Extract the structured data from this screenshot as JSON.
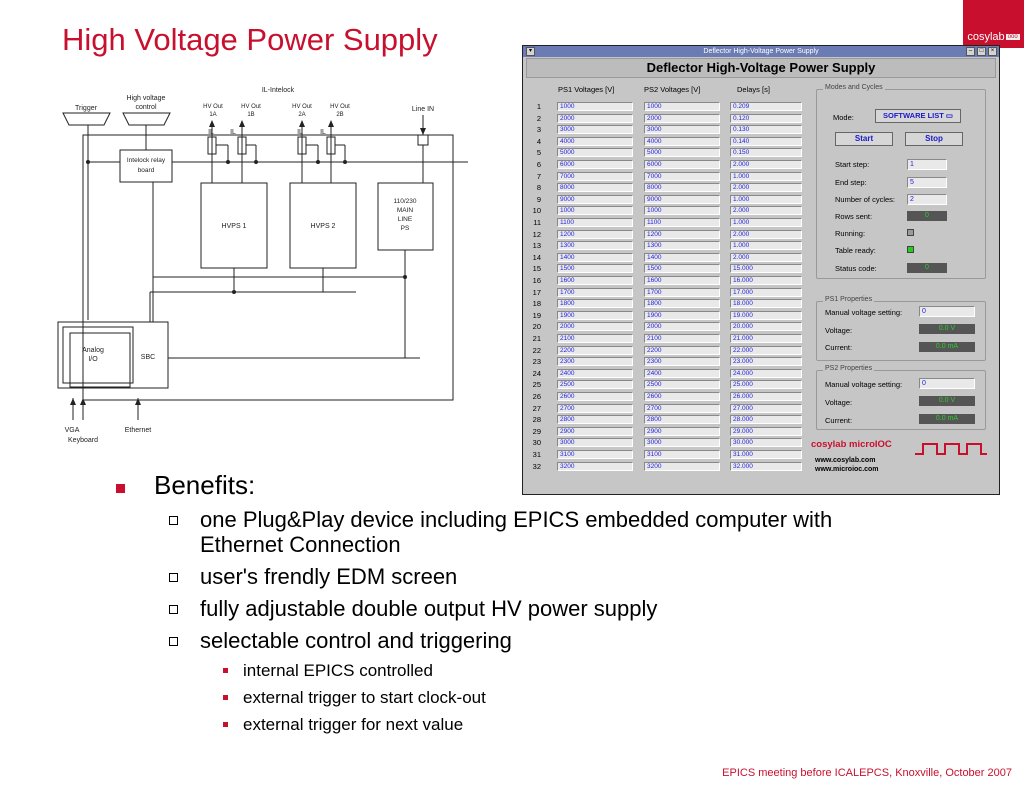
{
  "title": "High Voltage Power Supply",
  "logo": {
    "text": "cosylab",
    "badge": "ooo"
  },
  "diagram": {
    "il_intelock": "IL-Intelock",
    "trigger": "Trigger",
    "hv_control_1": "High voltage",
    "hv_control_2": "control",
    "hv_out_1a_1": "HV Out",
    "hv_out_1a_2": "1A",
    "hv_out_1b_1": "HV Out",
    "hv_out_1b_2": "1B",
    "hv_out_2a_1": "HV Out",
    "hv_out_2a_2": "2A",
    "hv_out_2b_1": "HV Out",
    "hv_out_2b_2": "2B",
    "il": "IL",
    "line_in": "Line IN",
    "relay_1": "Intelock relay",
    "relay_2": "board",
    "hvps1": "HVPS 1",
    "hvps2": "HVPS 2",
    "main_1": "110/230",
    "main_2": "MAIN",
    "main_3": "LINE",
    "main_4": "PS",
    "analog_1": "Analog",
    "analog_2": "I/O",
    "sbc": "SBC",
    "vga": "VGA",
    "keyboard": "Keyboard",
    "ethernet": "Ethernet"
  },
  "window": {
    "titlebar": "Deflector High-Voltage Power Supply",
    "heading": "Deflector High-Voltage Power Supply",
    "col1": "PS1 Voltages [V]",
    "col2": "PS2 Voltages [V]",
    "col3": "Delays [s]",
    "rows": [
      [
        "1",
        "1000",
        "1000",
        "0.209"
      ],
      [
        "2",
        "2000",
        "2000",
        "0.120"
      ],
      [
        "3",
        "3000",
        "3000",
        "0.130"
      ],
      [
        "4",
        "4000",
        "4000",
        "0.140"
      ],
      [
        "5",
        "5000",
        "5000",
        "0.150"
      ],
      [
        "6",
        "6000",
        "6000",
        "2.000"
      ],
      [
        "7",
        "7000",
        "7000",
        "1.000"
      ],
      [
        "8",
        "8000",
        "8000",
        "2.000"
      ],
      [
        "9",
        "9000",
        "9000",
        "1.000"
      ],
      [
        "10",
        "1000",
        "1000",
        "2.000"
      ],
      [
        "11",
        "1100",
        "1100",
        "1.000"
      ],
      [
        "12",
        "1200",
        "1200",
        "2.000"
      ],
      [
        "13",
        "1300",
        "1300",
        "1.000"
      ],
      [
        "14",
        "1400",
        "1400",
        "2.000"
      ],
      [
        "15",
        "1500",
        "1500",
        "15.000"
      ],
      [
        "16",
        "1600",
        "1600",
        "16.000"
      ],
      [
        "17",
        "1700",
        "1700",
        "17.000"
      ],
      [
        "18",
        "1800",
        "1800",
        "18.000"
      ],
      [
        "19",
        "1900",
        "1900",
        "19.000"
      ],
      [
        "20",
        "2000",
        "2000",
        "20.000"
      ],
      [
        "21",
        "2100",
        "2100",
        "21.000"
      ],
      [
        "22",
        "2200",
        "2200",
        "22.000"
      ],
      [
        "23",
        "2300",
        "2300",
        "23.000"
      ],
      [
        "24",
        "2400",
        "2400",
        "24.000"
      ],
      [
        "25",
        "2500",
        "2500",
        "25.000"
      ],
      [
        "26",
        "2600",
        "2600",
        "26.000"
      ],
      [
        "27",
        "2700",
        "2700",
        "27.000"
      ],
      [
        "28",
        "2800",
        "2800",
        "28.000"
      ],
      [
        "29",
        "2900",
        "2900",
        "29.000"
      ],
      [
        "30",
        "3000",
        "3000",
        "30.000"
      ],
      [
        "31",
        "3100",
        "3100",
        "31.000"
      ],
      [
        "32",
        "3200",
        "3200",
        "32.000"
      ]
    ],
    "modes": {
      "group_label": "Modes and Cycles",
      "mode_label": "Mode:",
      "mode_value": "SOFTWARE LIST",
      "start": "Start",
      "stop": "Stop",
      "start_step_label": "Start step:",
      "start_step": "1",
      "end_step_label": "End step:",
      "end_step": "5",
      "cycles_label": "Number of cycles:",
      "cycles": "2",
      "rows_sent_label": "Rows sent:",
      "rows_sent": "0",
      "running_label": "Running:",
      "table_ready_label": "Table ready:",
      "status_code_label": "Status code:",
      "status_code": "0"
    },
    "ps1": {
      "group_label": "PS1 Properties",
      "manual_label": "Manual voltage setting:",
      "manual": "0",
      "voltage_label": "Voltage:",
      "voltage": "0.0 V",
      "current_label": "Current:",
      "current": "0.0 mA"
    },
    "ps2": {
      "group_label": "PS2 Properties",
      "manual_label": "Manual voltage setting:",
      "manual": "0",
      "voltage_label": "Voltage:",
      "voltage": "0.0 V",
      "current_label": "Current:",
      "current": "0.0 mA"
    },
    "brand": "cosylab microIOC",
    "url1": "www.cosylab.com",
    "url2": "www.microioc.com",
    "colors": {
      "led_running": "#9a9a9a",
      "led_ready": "#22cc22"
    }
  },
  "bullets": {
    "heading": "Benefits:",
    "items": [
      "one Plug&Play device including EPICS embedded computer with Ethernet Connection",
      "user's frendly EDM screen",
      "fully adjustable double output HV power supply",
      "selectable control and triggering"
    ],
    "sub": [
      "internal EPICS controlled",
      "external trigger to start clock-out",
      "external trigger for next value"
    ]
  },
  "footer": "EPICS meeting before ICALEPCS, Knoxville, October 2007"
}
